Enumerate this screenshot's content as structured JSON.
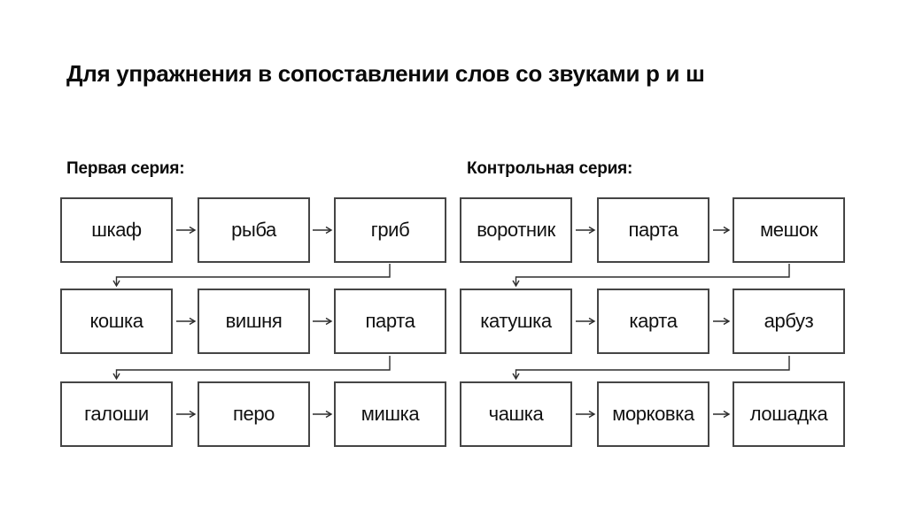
{
  "title": "Для упражнения в сопоставлении слов со звуками р и ш",
  "series": [
    {
      "label": "Первая серия:",
      "rows": [
        [
          "шкаф",
          "рыба",
          "гриб"
        ],
        [
          "кошка",
          "вишня",
          "парта"
        ],
        [
          "галоши",
          "перо",
          "мишка"
        ]
      ]
    },
    {
      "label": "Контрольная серия:",
      "rows": [
        [
          "воротник",
          "парта",
          "мешок"
        ],
        [
          "катушка",
          "карта",
          "арбуз"
        ],
        [
          "чашка",
          "морковка",
          "лошадка"
        ]
      ]
    }
  ],
  "colors": {
    "background": "#ffffff",
    "box_border": "#454545",
    "arrow": "#2d2d2d",
    "text": "#111111"
  }
}
